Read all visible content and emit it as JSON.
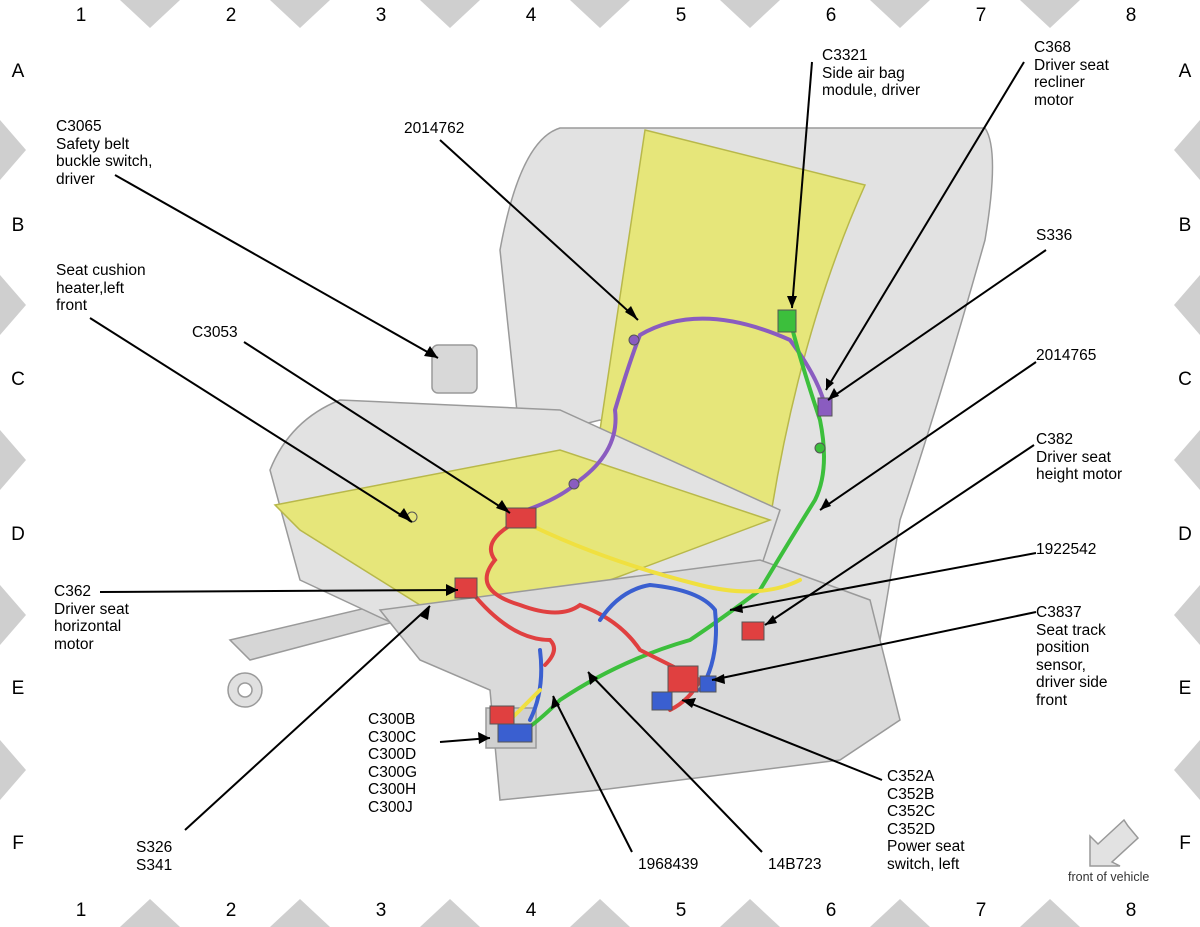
{
  "grid": {
    "columns": [
      "1",
      "2",
      "3",
      "4",
      "5",
      "6",
      "7",
      "8"
    ],
    "rows": [
      "A",
      "B",
      "C",
      "D",
      "E",
      "F"
    ]
  },
  "callouts": {
    "c3065": "C3065\nSafety belt\nbuckle switch,\ndriver",
    "seat_heater": "Seat cushion\nheater,left\nfront",
    "c3053": "C3053",
    "c362": "C362\nDriver seat\nhorizontal\nmotor",
    "c300": "C300B\nC300C\nC300D\nC300G\nC300H\nC300J",
    "s326": "S326\nS341",
    "p1968439": "1968439",
    "p14b723": "14B723",
    "c352": "C352A\nC352B\nC352C\nC352D\nPower seat\nswitch, left",
    "p2014762": "2014762",
    "c3321": "C3321\nSide air bag\nmodule, driver",
    "c368": "C368\nDriver seat\nrecliner\nmotor",
    "s336": "S336",
    "p2014765": "2014765",
    "c382": "C382\nDriver seat\nheight motor",
    "p1922542": "1922542",
    "c3837": "C3837\nSeat track\nposition\nsensor,\ndriver side\nfront"
  },
  "orientation_note": "front of vehicle",
  "colors": {
    "frame_diamond": "#cfcfcf",
    "seat_body": "#e2e2e2",
    "seat_edge": "#9a9a9a",
    "heater_pad": "#e6e67a",
    "wire_red": "#e04040",
    "wire_purple": "#8a5cc0",
    "wire_green": "#3cbf3c",
    "wire_blue": "#3a5fd0",
    "wire_yellow": "#f0e040"
  }
}
